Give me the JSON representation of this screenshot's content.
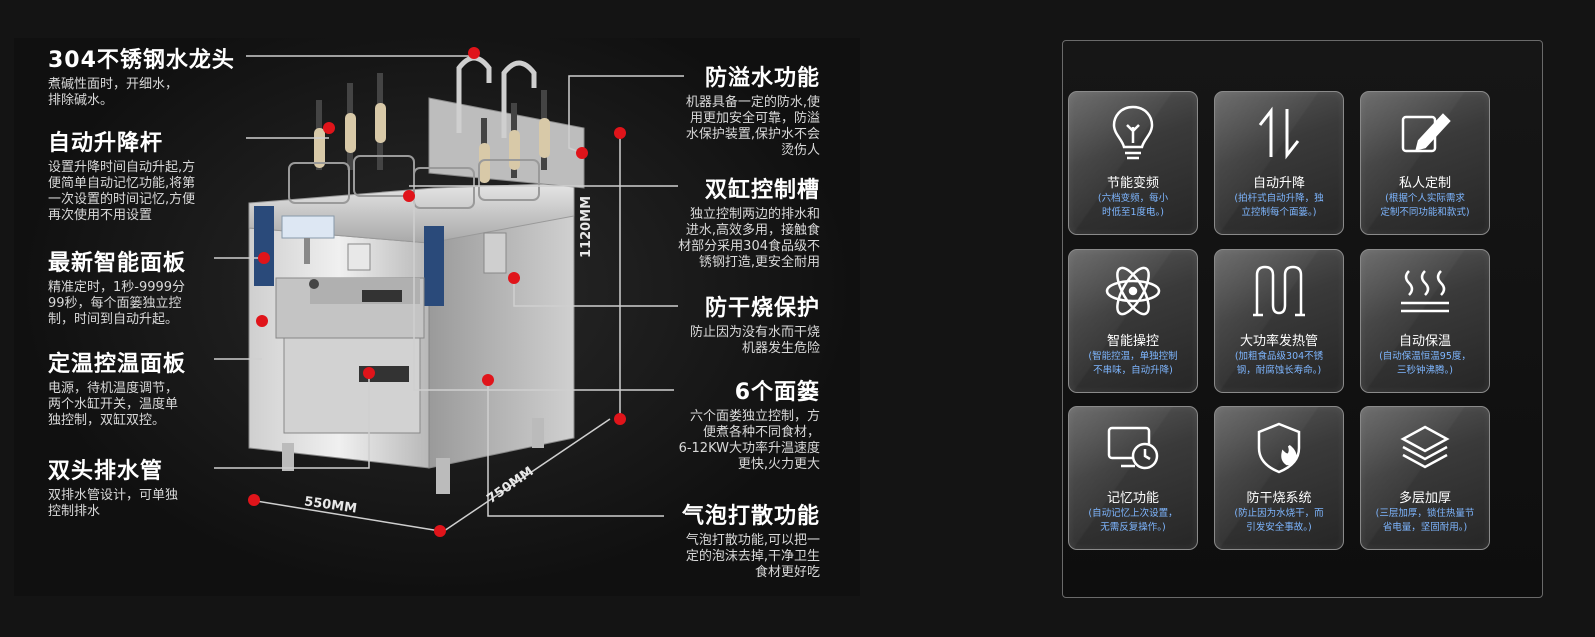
{
  "callouts_left": [
    {
      "title": "304不锈钢水龙头",
      "desc": "煮碱性面时，开细水，\n排除碱水。"
    },
    {
      "title": "自动升降杆",
      "desc": "设置升降时间自动升起,方\n便简单自动记忆功能,将第\n一次设置的时间记忆,方便\n再次使用不用设置"
    },
    {
      "title": "最新智能面板",
      "desc": "精准定时，1秒-9999分\n99秒，每个面篓独立控\n制，时间到自动升起。"
    },
    {
      "title": "定温控温面板",
      "desc": "电源，待机温度调节，\n两个水缸开关，温度单\n独控制，双缸双控。"
    },
    {
      "title": "双头排水管",
      "desc": "双排水管设计，可单独\n控制排水"
    }
  ],
  "callouts_right": [
    {
      "title": "防溢水功能",
      "desc": "机器具备一定的防水,使\n用更加安全可靠，防溢\n水保护装置,保护水不会\n烫伤人"
    },
    {
      "title": "双缸控制槽",
      "desc": "独立控制两边的排水和\n进水,高效多用，接触食\n材部分采用304食品级不\n锈钢打造,更安全耐用"
    },
    {
      "title": "防干烧保护",
      "desc": "防止因为没有水而干烧\n机器发生危险"
    },
    {
      "title": "6个面篓",
      "desc": "六个面娄独立控制，方\n便煮各种不同食材，\n6-12KW大功率升温速度\n更快,火力更大"
    },
    {
      "title": "气泡打散功能",
      "desc": "气泡打散功能,可以把一\n定的泡沫去掉,干净卫生\n食材更好吃"
    }
  ],
  "dimensions": {
    "height": "1120MM",
    "depth": "750MM",
    "width": "550MM"
  },
  "features": [
    {
      "icon": "lightbulb-icon",
      "name": "节能变频",
      "desc": "(六档变频，每小\n时低至1度电。)"
    },
    {
      "icon": "up-down-arrows-icon",
      "name": "自动升降",
      "desc": "(拍杆式自动升降，独\n立控制每个面篓。)"
    },
    {
      "icon": "pencil-edit-icon",
      "name": "私人定制",
      "desc": "(根据个人实际需求\n定制不同功能和款式)"
    },
    {
      "icon": "atom-icon",
      "name": "智能操控",
      "desc": "(智能控温，单独控制\n不串味，自动升降)"
    },
    {
      "icon": "heating-tube-icon",
      "name": "大功率发热管",
      "desc": "(加粗食品级304不锈\n钢，耐腐蚀长寿命。)"
    },
    {
      "icon": "steam-heat-icon",
      "name": "自动保温",
      "desc": "(自动保温恒温95度，\n三秒钟沸腾。)"
    },
    {
      "icon": "monitor-clock-icon",
      "name": "记忆功能",
      "desc": "(自动记忆上次设置，\n无需反复操作。)"
    },
    {
      "icon": "shield-fire-icon",
      "name": "防干烧系统",
      "desc": "(防止因为水烧干，而\n引发安全事故。)"
    },
    {
      "icon": "layers-icon",
      "name": "多层加厚",
      "desc": "(三层加厚，锁住热量节\n省电量，坚固耐用。)"
    }
  ],
  "colors": {
    "dot_red": "#e0141a",
    "desc_blue": "#7eb6ff",
    "background": "#141414"
  }
}
